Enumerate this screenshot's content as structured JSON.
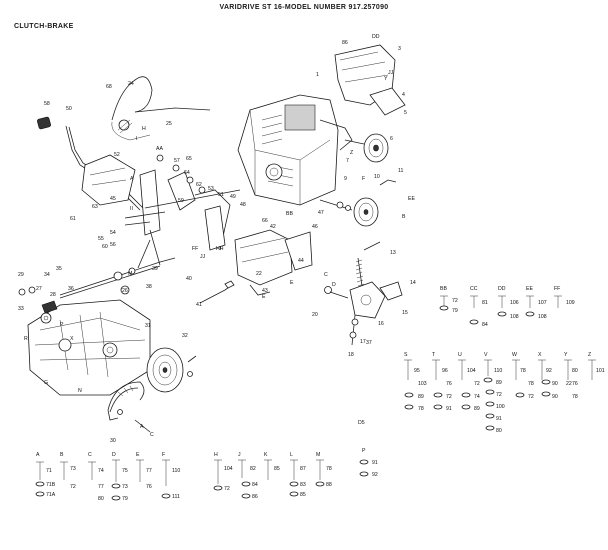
{
  "header": {
    "title": "VARIDRIVE ST 16-MODEL NUMBER 917.257090",
    "section": "CLUTCH-BRAKE"
  },
  "callouts": {
    "main": [
      {
        "id": "c1",
        "text": "1"
      },
      {
        "id": "c3",
        "text": "3"
      },
      {
        "id": "c4",
        "text": "4"
      },
      {
        "id": "c5",
        "text": "5"
      },
      {
        "id": "c6",
        "text": "6"
      },
      {
        "id": "c7",
        "text": "7"
      },
      {
        "id": "c9",
        "text": "9"
      },
      {
        "id": "c10",
        "text": "10"
      },
      {
        "id": "c11",
        "text": "11"
      },
      {
        "id": "c13",
        "text": "13"
      },
      {
        "id": "c14",
        "text": "14"
      },
      {
        "id": "c15",
        "text": "15"
      },
      {
        "id": "c16",
        "text": "16"
      },
      {
        "id": "c17",
        "text": "17"
      },
      {
        "id": "c18",
        "text": "18"
      },
      {
        "id": "c20",
        "text": "20"
      },
      {
        "id": "c22",
        "text": "22"
      },
      {
        "id": "c24",
        "text": "24"
      },
      {
        "id": "c25",
        "text": "25"
      },
      {
        "id": "c26",
        "text": "26"
      },
      {
        "id": "c27",
        "text": "27"
      },
      {
        "id": "c28",
        "text": "28"
      },
      {
        "id": "c29",
        "text": "29"
      },
      {
        "id": "c30",
        "text": "30"
      },
      {
        "id": "c31",
        "text": "31"
      },
      {
        "id": "c32",
        "text": "32"
      },
      {
        "id": "c33",
        "text": "33"
      },
      {
        "id": "c34",
        "text": "34"
      },
      {
        "id": "c35",
        "text": "35"
      },
      {
        "id": "c36",
        "text": "36"
      },
      {
        "id": "c37",
        "text": "37"
      },
      {
        "id": "c38",
        "text": "38"
      },
      {
        "id": "c39",
        "text": "39"
      },
      {
        "id": "c40",
        "text": "40"
      },
      {
        "id": "c41",
        "text": "41"
      },
      {
        "id": "c42",
        "text": "42"
      },
      {
        "id": "c43",
        "text": "43"
      },
      {
        "id": "c44",
        "text": "44"
      },
      {
        "id": "c45",
        "text": "45"
      },
      {
        "id": "c46",
        "text": "46"
      },
      {
        "id": "c47",
        "text": "47"
      },
      {
        "id": "c48",
        "text": "48"
      },
      {
        "id": "c49",
        "text": "49"
      },
      {
        "id": "c50",
        "text": "50"
      },
      {
        "id": "c51",
        "text": "51"
      },
      {
        "id": "c52",
        "text": "52"
      },
      {
        "id": "c53",
        "text": "53"
      },
      {
        "id": "c54",
        "text": "54"
      },
      {
        "id": "c55",
        "text": "55"
      },
      {
        "id": "c56",
        "text": "56"
      },
      {
        "id": "c57",
        "text": "57"
      },
      {
        "id": "c58",
        "text": "58"
      },
      {
        "id": "c59",
        "text": "59"
      },
      {
        "id": "c60",
        "text": "60"
      },
      {
        "id": "c61",
        "text": "61"
      },
      {
        "id": "c62",
        "text": "62"
      },
      {
        "id": "c63",
        "text": "63"
      },
      {
        "id": "c64",
        "text": "64"
      },
      {
        "id": "c65",
        "text": "65"
      },
      {
        "id": "c66",
        "text": "66"
      },
      {
        "id": "c68",
        "text": "68"
      },
      {
        "id": "c86",
        "text": "86"
      },
      {
        "id": "cDD",
        "text": "DD"
      },
      {
        "id": "cJJ",
        "text": "JJ"
      },
      {
        "id": "cY",
        "text": "Y"
      },
      {
        "id": "cZ",
        "text": "Z"
      },
      {
        "id": "cEE",
        "text": "EE"
      },
      {
        "id": "cF",
        "text": "F"
      },
      {
        "id": "cB",
        "text": "B"
      },
      {
        "id": "cC",
        "text": "C"
      },
      {
        "id": "cD",
        "text": "D"
      },
      {
        "id": "cE",
        "text": "E"
      },
      {
        "id": "cFF",
        "text": "FF"
      },
      {
        "id": "cHH",
        "text": "HH"
      },
      {
        "id": "cII",
        "text": "II"
      },
      {
        "id": "cBB",
        "text": "BB"
      },
      {
        "id": "cJJ2",
        "text": "JJ"
      },
      {
        "id": "cH",
        "text": "H"
      },
      {
        "id": "cA",
        "text": "A"
      },
      {
        "id": "cM",
        "text": "M"
      },
      {
        "id": "cAA",
        "text": "AA"
      },
      {
        "id": "cI",
        "text": "I"
      },
      {
        "id": "cX",
        "text": "X"
      },
      {
        "id": "cR",
        "text": "R"
      },
      {
        "id": "cN",
        "text": "N"
      },
      {
        "id": "cP",
        "text": "P"
      },
      {
        "id": "cG",
        "text": "G"
      },
      {
        "id": "cA2",
        "text": "A"
      },
      {
        "id": "cC2",
        "text": "C"
      },
      {
        "id": "cE2",
        "text": "E"
      }
    ],
    "d5": "D5"
  },
  "hardware_top_row": {
    "letters": [
      "BB",
      "CC",
      "DD",
      "EE",
      "FF"
    ],
    "numbers": [
      "72",
      "81",
      "106",
      "107",
      "109",
      "79",
      "84",
      "108",
      "108"
    ]
  },
  "hardware_mid_row": {
    "letters": [
      "S",
      "T",
      "U",
      "V",
      "W",
      "X",
      "Y",
      "Z"
    ],
    "numbers": [
      "95",
      "96",
      "104",
      "110",
      "78",
      "92",
      "80",
      "101",
      "103",
      "89",
      "76",
      "78",
      "72",
      "90",
      "89",
      "72",
      "74",
      "22",
      "72",
      "72",
      "90",
      "78",
      "91",
      "89",
      "100",
      "91",
      "80",
      "76",
      "78"
    ]
  },
  "hardware_bottom_row": {
    "letters": [
      "A",
      "B",
      "C",
      "D",
      "E",
      "F",
      "H",
      "J",
      "K",
      "L",
      "M",
      "P"
    ],
    "numbers": [
      "71",
      "73",
      "74",
      "75",
      "77",
      "110",
      "104",
      "82",
      "85",
      "87",
      "78",
      "91",
      "71B",
      "72",
      "73",
      "76",
      "79",
      "111",
      "72",
      "84",
      "83",
      "85",
      "92",
      "71A",
      "77",
      "80",
      "86",
      "88"
    ]
  }
}
